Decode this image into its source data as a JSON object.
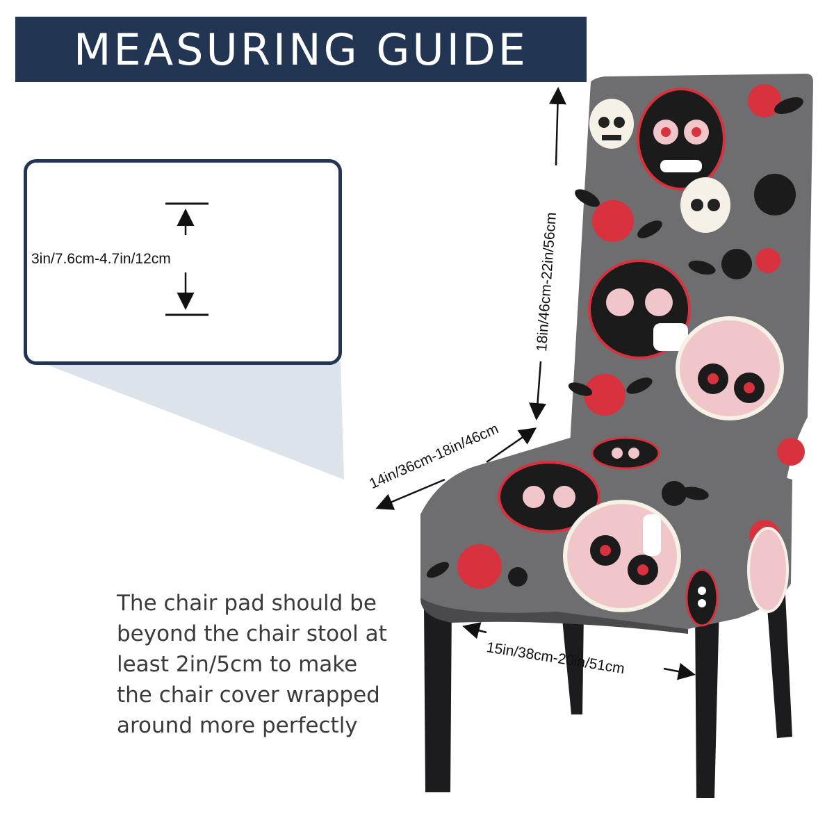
{
  "header": {
    "title": "MEASURING GUIDE"
  },
  "detail": {
    "thickness_label": "3in/7.6cm-4.7in/12cm"
  },
  "dimensions": {
    "back_height": "18in/46cm-22in/56cm",
    "seat_depth": "14in/36cm-18in/46cm",
    "seat_width": "15in/38cm-20in/51cm"
  },
  "note": {
    "lines": [
      "The chair pad should be",
      "beyond the chair stool at",
      "least 2in/5cm to make",
      "the chair cover wrapped",
      "around more perfectly"
    ]
  },
  "colors": {
    "banner": "#223654",
    "fabric": "#6e6e70",
    "rose_red": "#d8323f",
    "skull_pink": "#f1c6cb",
    "legs": "#1c1c1e"
  }
}
